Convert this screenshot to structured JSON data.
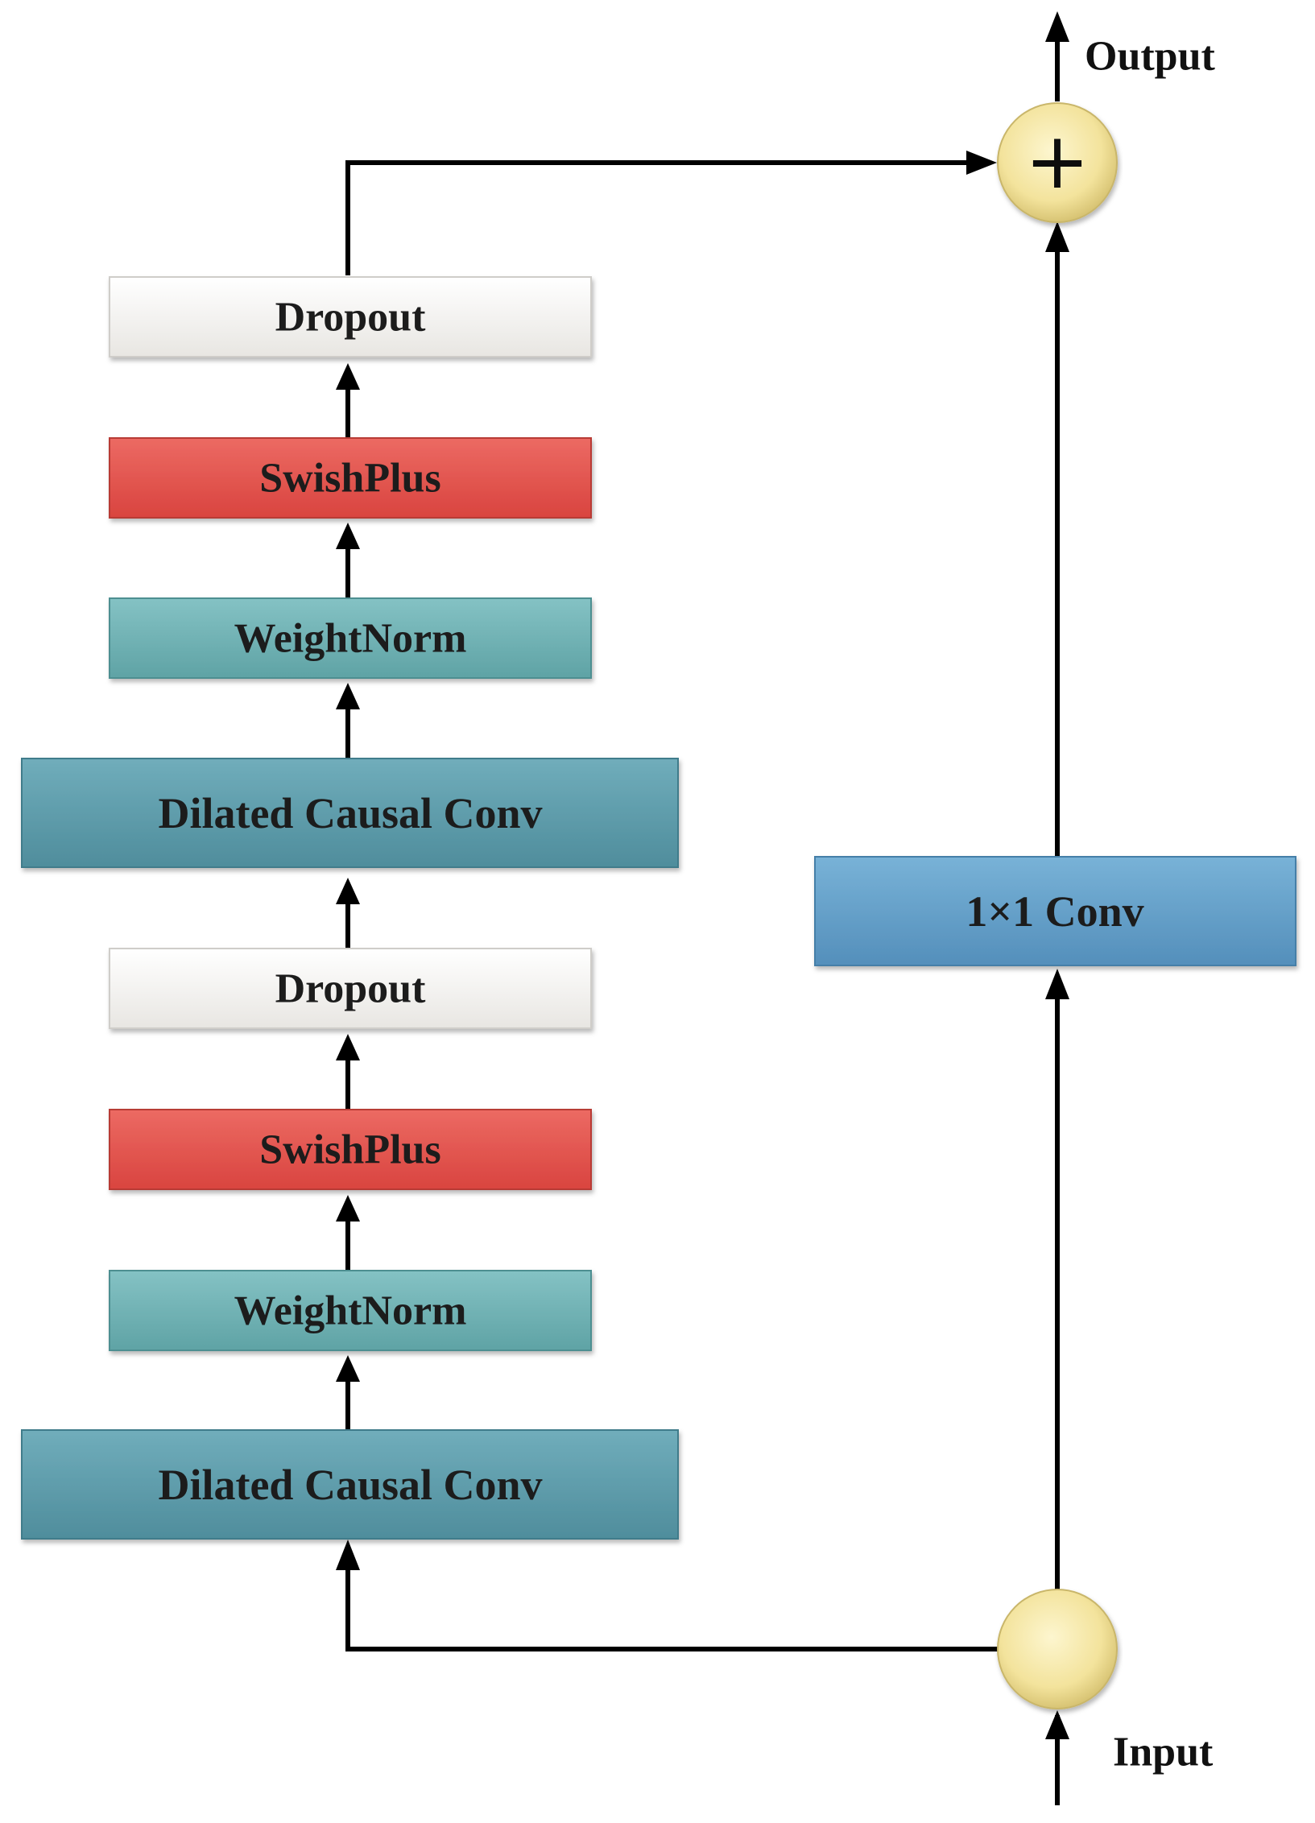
{
  "labels": {
    "output": "Output",
    "input": "Input",
    "sum_symbol": "+"
  },
  "blocks": {
    "dropout_top": "Dropout",
    "swishplus_top": "SwishPlus",
    "weightnorm_top": "WeightNorm",
    "dilated_conv_top": "Dilated Causal Conv",
    "dropout_bottom": "Dropout",
    "swishplus_bottom": "SwishPlus",
    "weightnorm_bottom": "WeightNorm",
    "dilated_conv_bottom": "Dilated Causal Conv",
    "conv_1x1": "1×1 Conv"
  },
  "colors": {
    "dropout": "#f4f3f1",
    "swishplus": "#e35b55",
    "weightnorm": "#6fb1b3",
    "dilated_conv": "#5f9fae",
    "conv_1x1": "#64a3cb",
    "node_fill": "#f6e9a8",
    "arrow": "#000000"
  }
}
